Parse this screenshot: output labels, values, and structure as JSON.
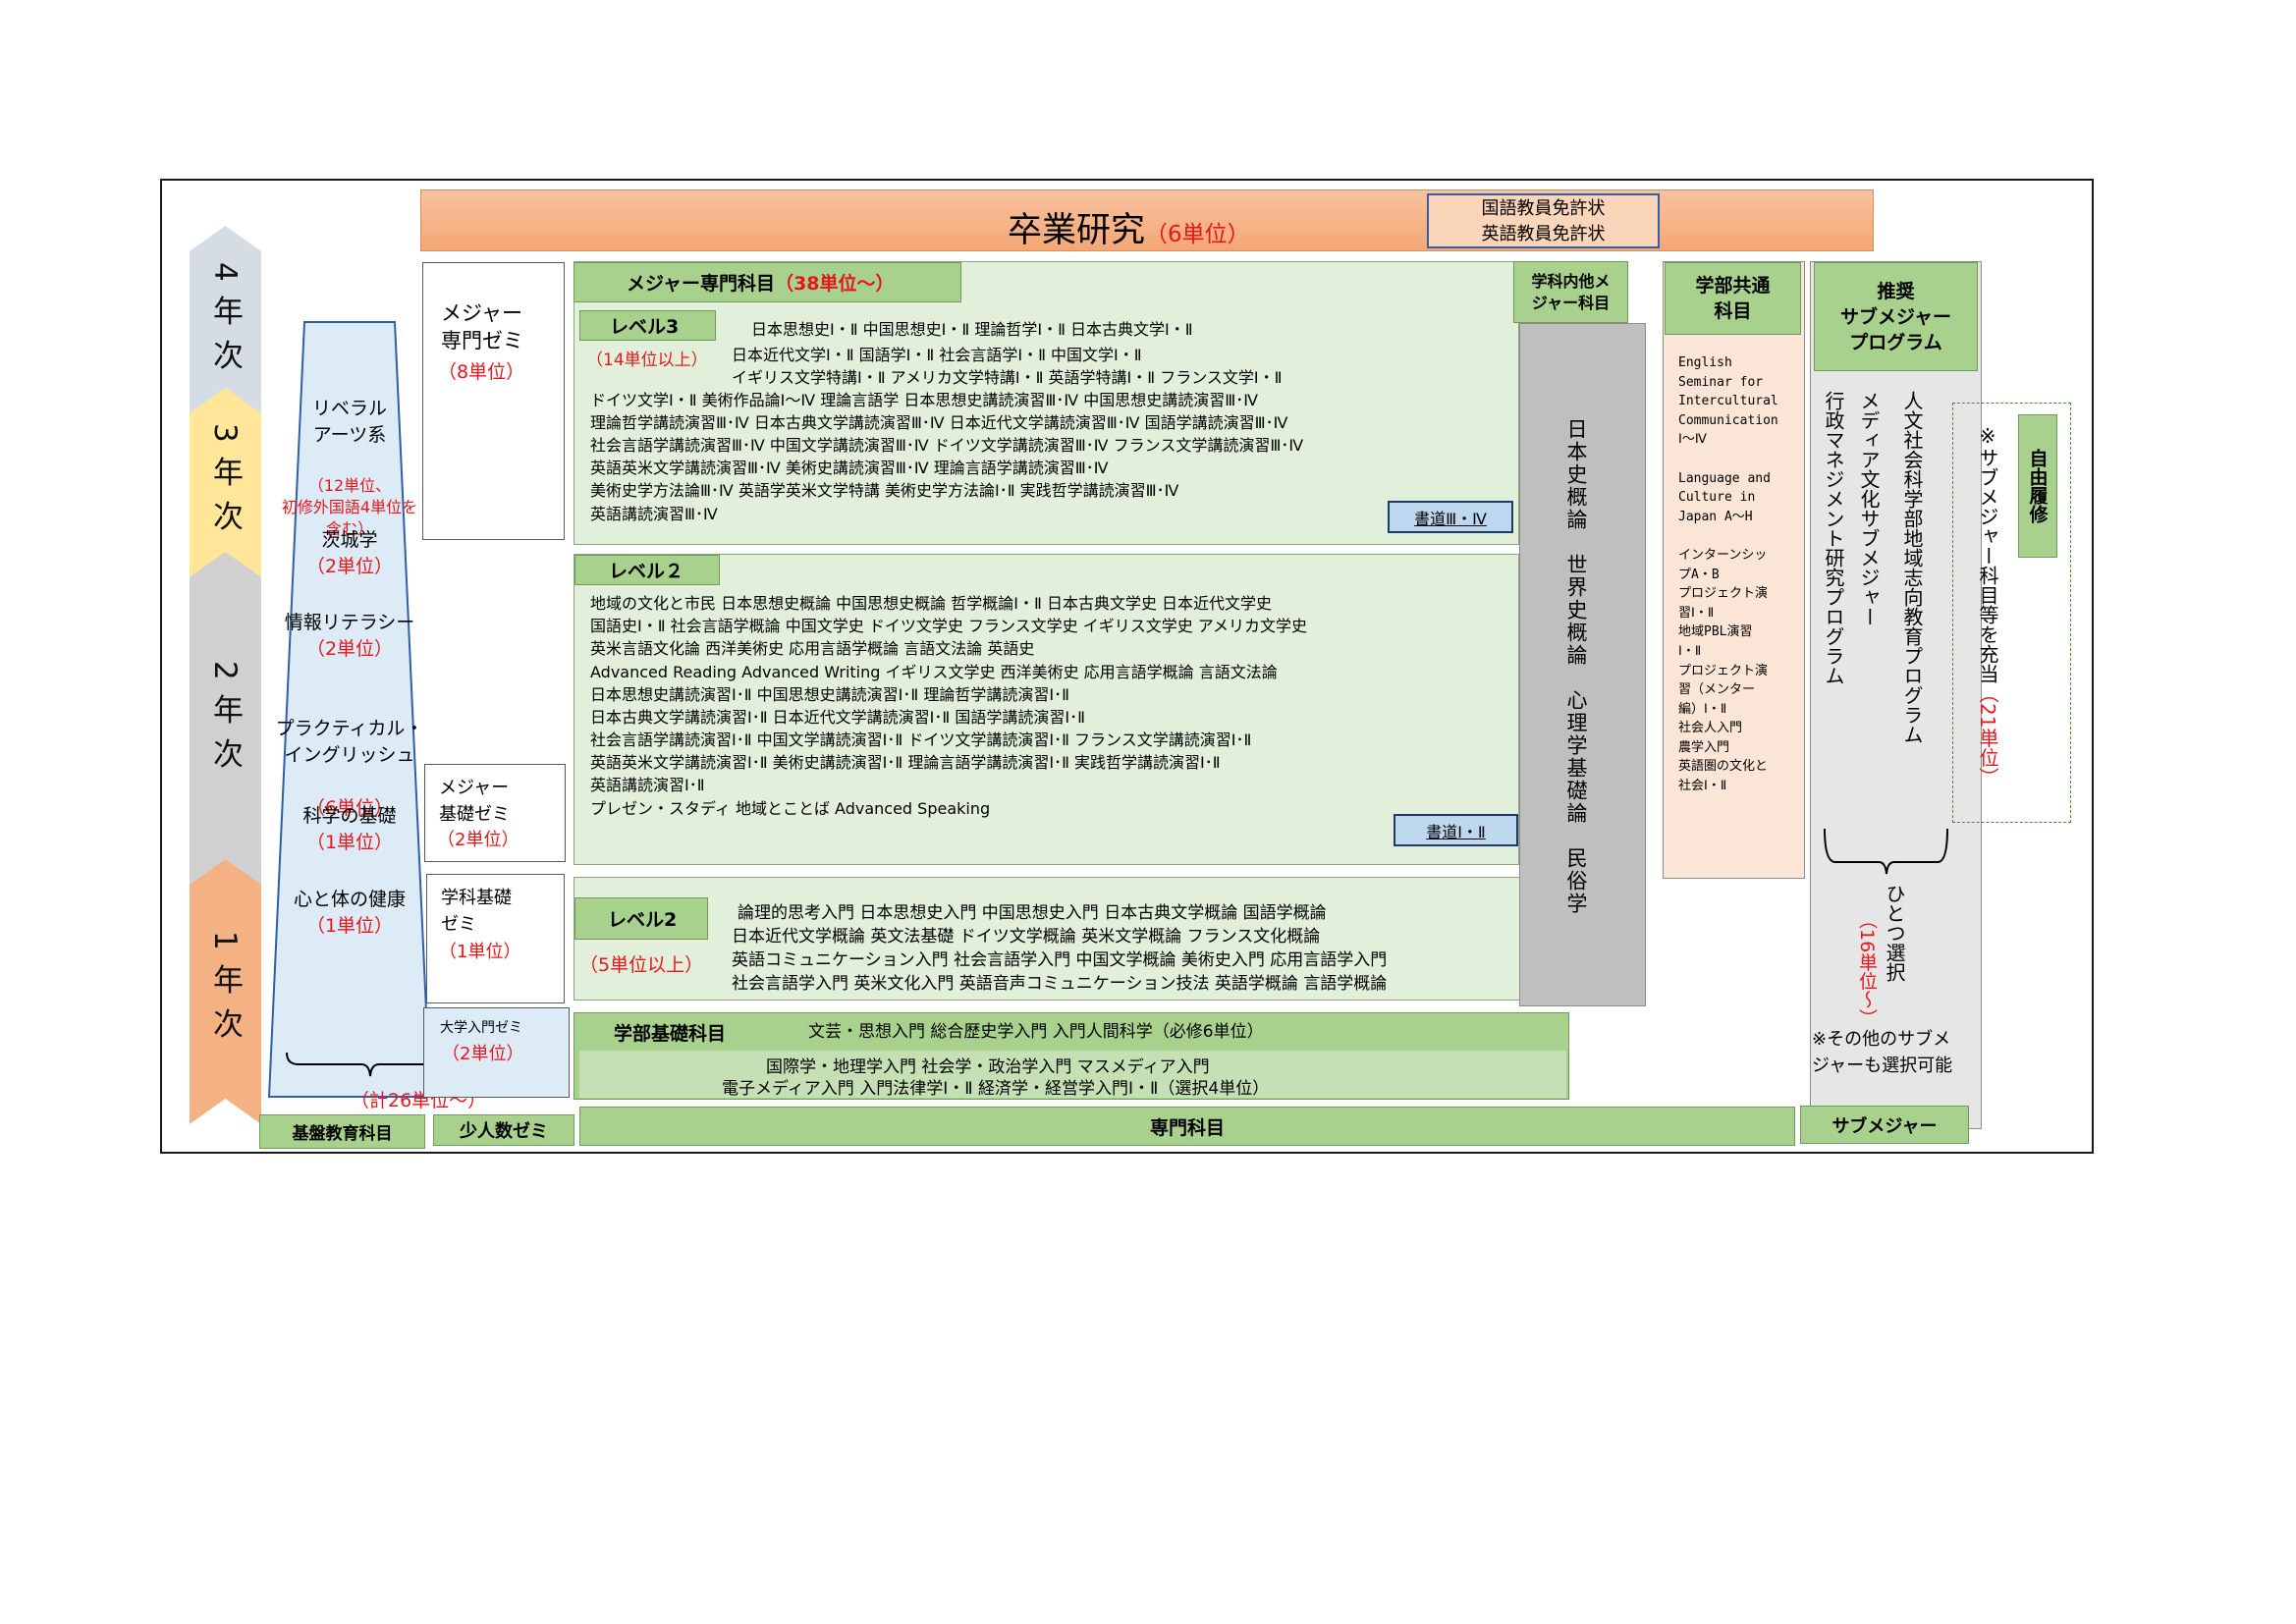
{
  "years": {
    "y4": "4年次",
    "y3": "3年次",
    "y2": "2年次",
    "y1": "1年次"
  },
  "graduation": {
    "title": "卒業研究",
    "units": "（6単位）",
    "licenses": [
      "国語教員免許状",
      "英語教員免許状"
    ]
  },
  "liberal": {
    "items": [
      {
        "name": "リベラル\nアーツ系",
        "units": "（12単位、\n初修外国語4単位を\n含む）"
      },
      {
        "name": "茨城学",
        "units": "（2単位）"
      },
      {
        "name": "情報リテラシー",
        "units": "（2単位）"
      },
      {
        "name": "プラクティカル・\nイングリッシュ",
        "units": "（6単位）"
      },
      {
        "name": "科学の基礎",
        "units": "（1単位）"
      },
      {
        "name": "心と体の健康",
        "units": "（1単位）"
      }
    ],
    "total": "（計26単位〜）",
    "label": "基盤教育科目"
  },
  "seminars": {
    "major": {
      "name": "メジャー\n専門ゼミ",
      "units": "（8単位）"
    },
    "basic": {
      "name": "メジャー\n基礎ゼミ",
      "units": "（2単位）"
    },
    "dept": {
      "name": "学科基礎\nゼミ",
      "units": "（1単位）"
    },
    "intro": {
      "name": "大学入門ゼミ",
      "units": "（2単位）"
    },
    "label": "少人数ゼミ"
  },
  "major": {
    "header": "メジャー専門科目",
    "header_units": "（38単位〜）",
    "level3": {
      "label": "レベル3",
      "units": "（14単位以上）",
      "lines": [
        "日本思想史Ⅰ・Ⅱ  中国思想史Ⅰ・Ⅱ  理論哲学Ⅰ・Ⅱ  日本古典文学Ⅰ・Ⅱ",
        "日本近代文学Ⅰ・Ⅱ  国語学Ⅰ・Ⅱ  社会言語学Ⅰ・Ⅱ  中国文学Ⅰ・Ⅱ",
        "イギリス文学特講Ⅰ・Ⅱ  アメリカ文学特講Ⅰ・Ⅱ  英語学特講Ⅰ・Ⅱ  フランス文学Ⅰ・Ⅱ",
        "ドイツ文学Ⅰ・Ⅱ  美術作品論Ⅰ〜Ⅳ  理論言語学  日本思想史講読演習Ⅲ･Ⅳ  中国思想史講読演習Ⅲ･Ⅳ",
        "理論哲学講読演習Ⅲ･Ⅳ  日本古典文学講読演習Ⅲ･Ⅳ  日本近代文学講読演習Ⅲ･Ⅳ  国語学講読演習Ⅲ･Ⅳ",
        "社会言語学講読演習Ⅲ･Ⅳ  中国文学講読演習Ⅲ･Ⅳ  ドイツ文学講読演習Ⅲ･Ⅳ  フランス文学講読演習Ⅲ･Ⅳ",
        "英語英米文学講読演習Ⅲ･Ⅳ  美術史講読演習Ⅲ･Ⅳ  理論言語学講読演習Ⅲ･Ⅳ",
        "美術史学方法論Ⅲ･Ⅳ  英語学英米文学特講  美術史学方法論Ⅰ･Ⅱ  実践哲学講読演習Ⅲ･Ⅳ",
        "英語講読演習Ⅲ･Ⅳ"
      ],
      "shodo": "書道Ⅲ・Ⅳ"
    },
    "level2": {
      "label": "レベル２",
      "lines": [
        "地域の文化と市民  日本思想史概論  中国思想史概論  哲学概論Ⅰ・Ⅱ  日本古典文学史  日本近代文学史",
        "国語史Ⅰ・Ⅱ  社会言語学概論  中国文学史  ドイツ文学史  フランス文学史  イギリス文学史  アメリカ文学史",
        "英米言語文化論  西洋美術史  応用言語学概論  言語文法論  英語史",
        "Advanced Reading  Advanced Writing  イギリス文学史  西洋美術史  応用言語学概論  言語文法論",
        "日本思想史講読演習Ⅰ･Ⅱ  中国思想史講読演習Ⅰ･Ⅱ   理論哲学講読演習Ⅰ･Ⅱ",
        "日本古典文学講読演習Ⅰ･Ⅱ  日本近代文学講読演習Ⅰ･Ⅱ  国語学講読演習Ⅰ･Ⅱ",
        "社会言語学講読演習Ⅰ･Ⅱ  中国文学講読演習Ⅰ･Ⅱ  ドイツ文学講読演習Ⅰ･Ⅱ  フランス文学講読演習Ⅰ･Ⅱ",
        "英語英米文学講読演習Ⅰ･Ⅱ  美術史講読演習Ⅰ･Ⅱ  理論言語学講読演習Ⅰ･Ⅱ  実践哲学講読演習Ⅰ･Ⅱ",
        "英語講読演習Ⅰ･Ⅱ",
        "プレゼン・スタディ  地域とことば   Advanced Speaking"
      ],
      "shodo": "書道Ⅰ・Ⅱ"
    },
    "level2b": {
      "label": "レベル2",
      "units": "（5単位以上）",
      "lines": [
        "論理的思考入門  日本思想史入門    中国思想史入門  日本古典文学概論  国語学概論",
        "日本近代文学概論  英文法基礎  ドイツ文学概論  英米文学概論  フランス文化概論",
        "英語コミュニケーション入門  社会言語学入門  中国文学概論  美術史入門  応用言語学入門",
        "社会言語学入門  英米文化入門  英語音声コミュニケーション技法  英語学概論  言語学概論"
      ]
    }
  },
  "other_major": {
    "header": "学科内他メ\nジャー科目",
    "body": "日本史概論　世界史概論　心理学基礎論　民俗学"
  },
  "faculty_basic": {
    "header": "学部基礎科目",
    "lines": [
      "文芸・思想入門  総合歴史学入門  入門人間科学（必修6単位）",
      "国際学・地理学入門  社会学・政治学入門  マスメディア入門",
      "電子メディア入門  入門法律学Ⅰ・Ⅱ  経済学・経営学入門Ⅰ・Ⅱ（選択4単位）"
    ]
  },
  "senmon_label": "専門科目",
  "common": {
    "header": "学部共通\n科目",
    "lines": [
      "English",
      "Seminar for",
      "Intercultural",
      "Communication",
      "Ⅰ〜Ⅳ",
      "",
      "Language and",
      "Culture in",
      "Japan A〜H",
      "",
      "インターンシッ",
      "プA・B",
      "プロジェクト演",
      "習Ⅰ・Ⅱ",
      "地域PBL演習",
      "Ⅰ・Ⅱ",
      "プロジェクト演",
      "習（メンター",
      "編）Ⅰ・Ⅱ",
      "社会人入門",
      "農学入門",
      "英語圏の文化と",
      "社会Ⅰ・Ⅱ"
    ]
  },
  "sub_major": {
    "header": "推奨\nサブメジャー\nプログラム",
    "programs": [
      "人文社会科学部地域志向教育プログラム",
      "メディア文化サブメジャー",
      "行政マネジメント研究プログラム"
    ],
    "select_text": "ひとつ選択",
    "select_units": "（16単位〜）",
    "note": "※その他のサブメ\nジャーも選択可能",
    "label": "サブメジャー"
  },
  "free": {
    "label": "自由履修",
    "note": "※サブメジャー科目等を充当",
    "units": "（21単位）"
  }
}
